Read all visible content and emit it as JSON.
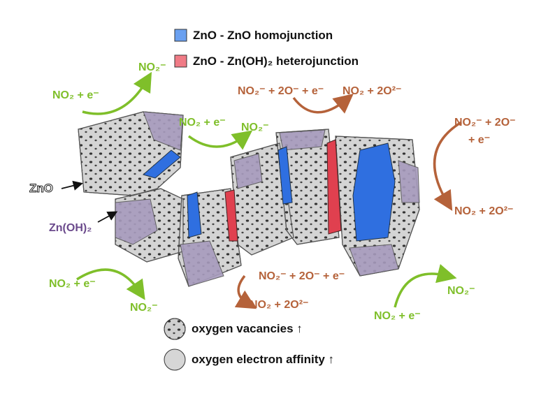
{
  "legend": {
    "homojunction": "ZnO - ZnO homojunction",
    "heterojunction": "ZnO - Zn(OH)₂ heterojunction",
    "vacancies": "oxygen vacancies ↑",
    "affinity": "oxygen electron affinity ↑"
  },
  "labels": {
    "zno": "ZnO",
    "znoh2": "Zn(OH)₂"
  },
  "reactions": {
    "green_1_in": "NO₂ + e⁻",
    "green_1_out": "NO₂⁻",
    "green_2_in": "NO₂ + e⁻",
    "green_2_out": "NO₂⁻",
    "green_3_in": "NO₂ + e⁻",
    "green_3_out": "NO₂⁻",
    "green_4_in": "NO₂ + e⁻",
    "green_4_out": "NO₂⁻",
    "orange_1_in": "NO₂⁻ + 2O⁻ + e⁻",
    "orange_1_out": "NO₂ + 2O²⁻",
    "orange_2_in_a": "NO₂⁻ + 2O⁻",
    "orange_2_in_b": "+ e⁻",
    "orange_2_out": "NO₂ + 2O²⁻",
    "orange_3_in": "NO₂⁻ + 2O⁻ + e⁻",
    "orange_3_out": "NO₂ + 2O²⁻"
  },
  "colors": {
    "green": "#7fbf2a",
    "orange": "#b5623a",
    "zno": "#d4d4d4",
    "znoh2": "#a79bbd",
    "homo": "#2f6fe0",
    "hetero": "#e0404f"
  }
}
